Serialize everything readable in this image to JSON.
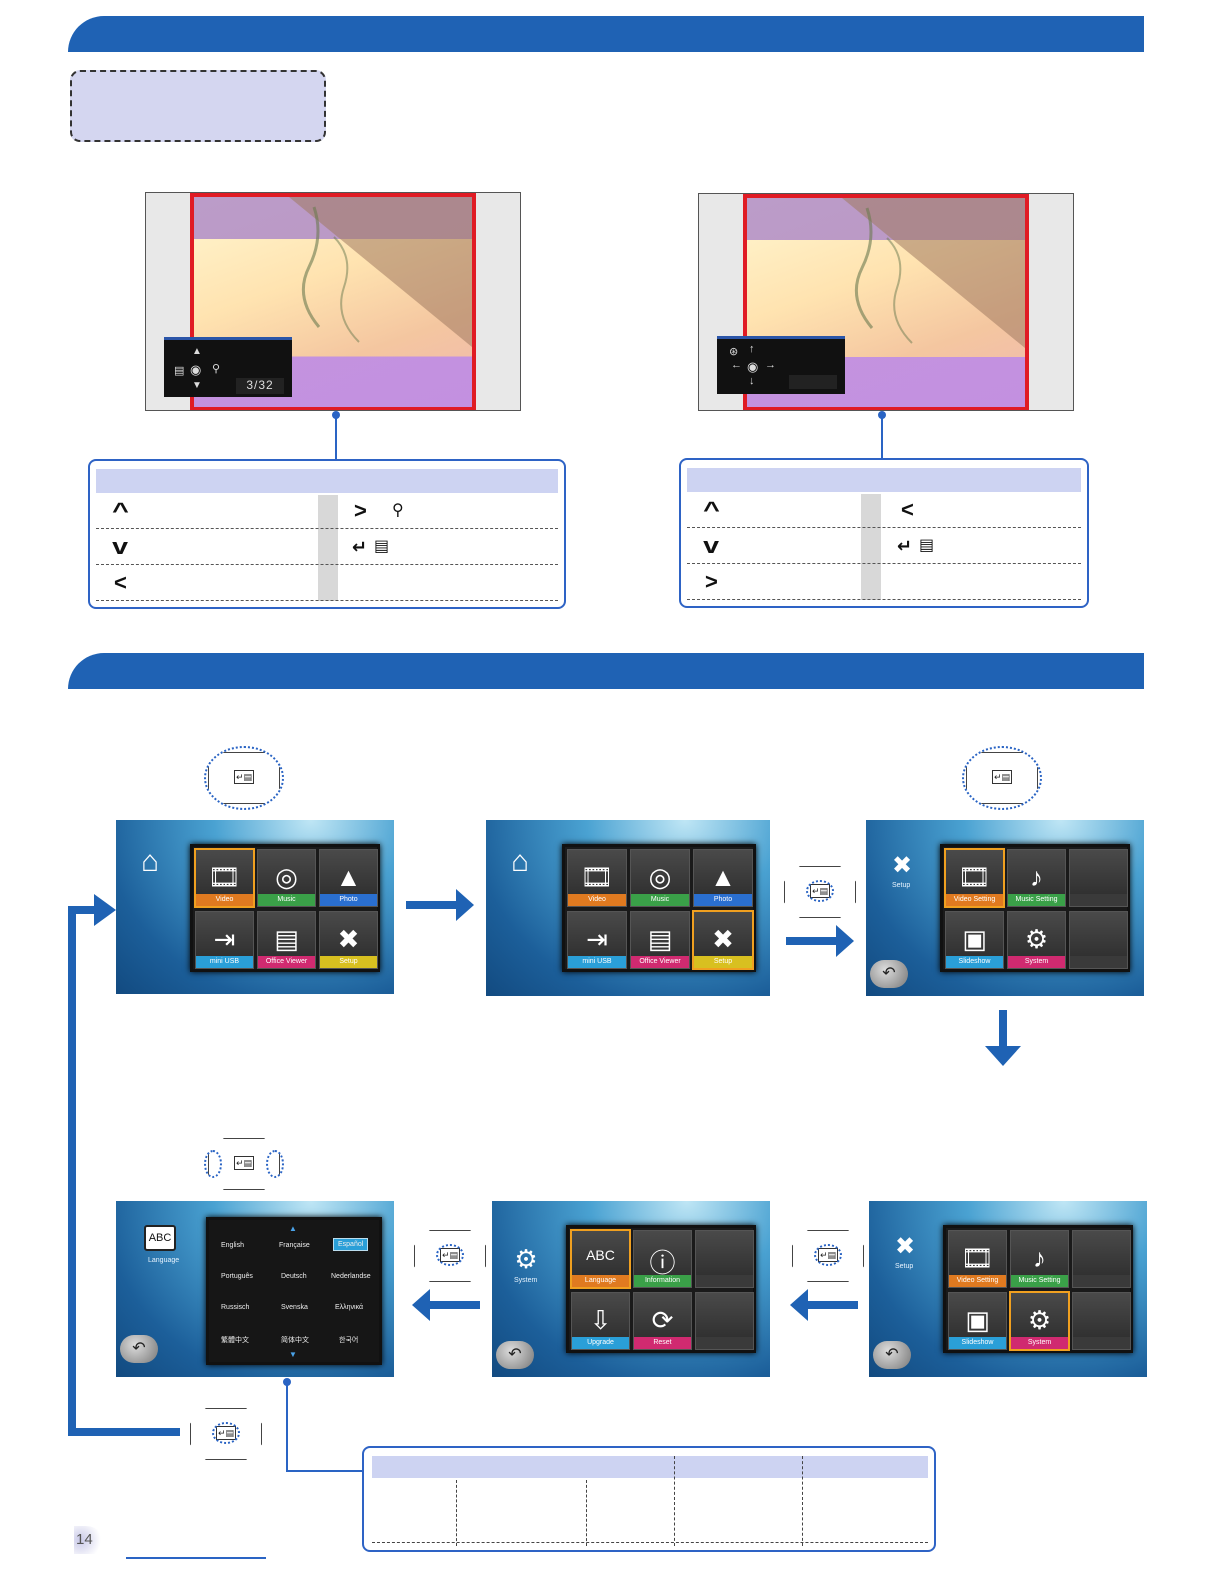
{
  "colors": {
    "header_bar": "#1f62b4",
    "highlight_box": "#d4d6f0",
    "table_header": "#cdd3f2",
    "photo_border": "#e01b24",
    "selected_tile": "#f0a020"
  },
  "photo_panels": [
    {
      "counter": "3/32"
    },
    {
      "counter": ""
    }
  ],
  "left_table": {
    "rows": [
      {
        "glyph": "^",
        "right_glyph": ">",
        "right_icon": "magnifier-icon"
      },
      {
        "glyph": "v",
        "right_glyph": "↵",
        "right_icon": "menu-icon"
      },
      {
        "glyph": "<",
        "right_glyph": ""
      }
    ]
  },
  "right_table": {
    "rows": [
      {
        "glyph": "^",
        "right_glyph": "<"
      },
      {
        "glyph": "v",
        "right_glyph": "↵",
        "right_icon": "menu-icon"
      },
      {
        "glyph": ">",
        "right_glyph": ""
      }
    ]
  },
  "home_menu": {
    "tiles": [
      "Video",
      "Music",
      "Photo",
      "mini USB",
      "Office Viewer",
      "Setup"
    ]
  },
  "setup_menu": {
    "side_label": "Setup",
    "tiles": [
      "Video Setting",
      "Music Setting",
      "",
      "Slideshow",
      "System",
      ""
    ]
  },
  "system_menu": {
    "side_label": "System",
    "tiles": [
      "Language",
      "Information",
      "",
      "Upgrade",
      "Reset",
      ""
    ]
  },
  "language_menu": {
    "side_label": "Language",
    "languages": [
      [
        "English",
        "Française",
        "Español"
      ],
      [
        "Português",
        "Deutsch",
        "Nederlandse"
      ],
      [
        "Russisch",
        "Svenska",
        "Ελληνικά"
      ],
      [
        "繁體中文",
        "简体中文",
        "한국어"
      ]
    ],
    "selected": "Español"
  },
  "pad_center": "↵▤",
  "page_number": "14"
}
